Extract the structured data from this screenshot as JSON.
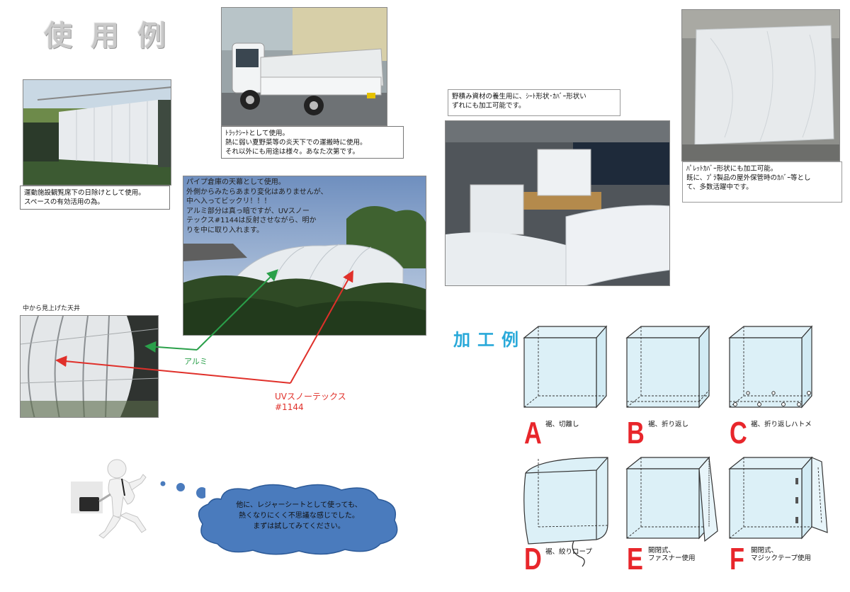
{
  "page_title": "使用例",
  "captions": {
    "stadium": "運動施設観覧席下の日除けとして使用。\nスペースの有効活用の為。",
    "truck": "ﾄﾗｯｸｼｰﾄとして使用。\n熱に弱い夏野菜等の炎天下での運搬時に使用。\nそれ以外にも用途は様々。あなた次第です。",
    "pipe_shed": "パイプ倉庫の天幕として使用。\n外側からみたらあまり変化はありませんが、\n中へ入ってビックリ！！！\nアルミ部分は真っ暗ですが、UVスノー\nテックス#1144は反射させながら、明か\nりを中に取り入れます。",
    "material": "野積み資材の養生用に、ｼｰﾄ形状･ｶﾊﾞｰ形状い\nずれにも加工可能です。",
    "pallet": "ﾊﾟﾚｯﾄｶﾊﾞｰ形状にも加工可能。\n既に、ﾌﾟﾗ製品の屋外保管時のｶﾊﾞｰ等とし\nて、多数活躍中です。",
    "ceiling": "中から見上げた天井"
  },
  "arrow_labels": {
    "aluminum": "アルミ",
    "uv": "UVスノーテックス\n#1144"
  },
  "speech_bubble": "他に、レジャーシートとして使っても、\n熱くなりにくく不思議な感じでした。\nまずは試してみてください。",
  "processing": {
    "title": "加工例",
    "items": [
      {
        "letter": "A",
        "text": "裾、切離し"
      },
      {
        "letter": "B",
        "text": "裾、折り返し"
      },
      {
        "letter": "C",
        "text": "裾、折り返しハトメ"
      },
      {
        "letter": "D",
        "text": "裾、絞りロープ"
      },
      {
        "letter": "E",
        "text": "開閉式、\nファスナー使用"
      },
      {
        "letter": "F",
        "text": "開閉式、\nマジックテープ使用"
      }
    ]
  },
  "colors": {
    "accent_blue": "#29a9d9",
    "accent_red": "#e8262b",
    "arrow_green": "#2aa04a",
    "arrow_red": "#e0302a"
  }
}
